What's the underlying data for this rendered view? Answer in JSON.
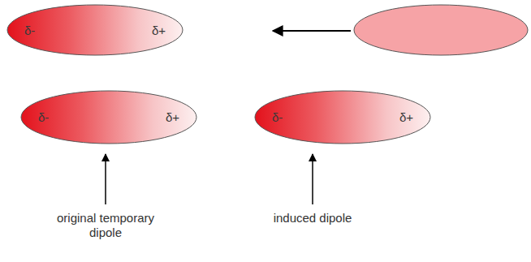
{
  "diagram": {
    "nodes": [
      {
        "text": [
          "δ-",
          "δ+"
        ]
      },
      {
        "text": [
          "δ-",
          "δ+"
        ]
      },
      {
        "text": [
          "δ-",
          "δ+"
        ]
      }
    ],
    "labels": [
      "original temporary dipole",
      "induced dipole"
    ]
  }
}
